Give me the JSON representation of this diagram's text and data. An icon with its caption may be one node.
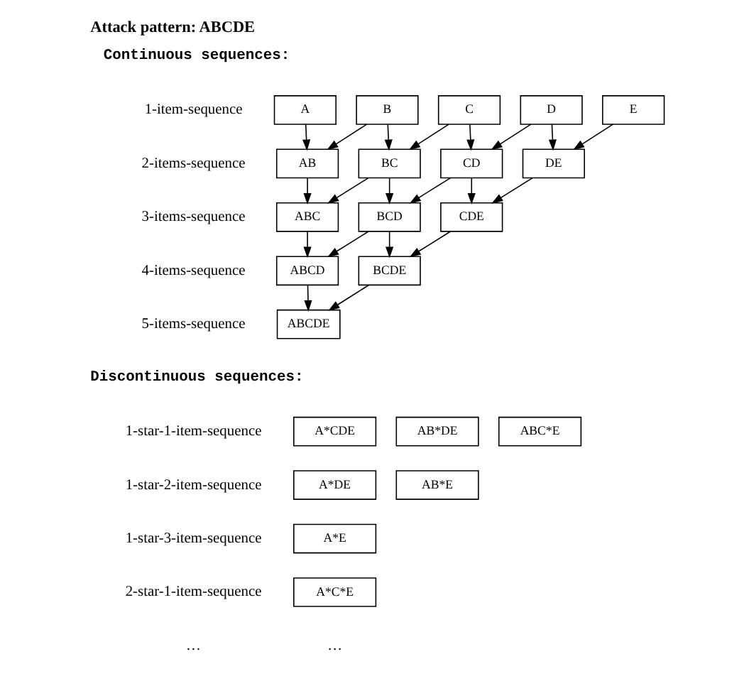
{
  "diagram": {
    "title": "Attack pattern: ABCDE",
    "nodes": [
      {
        "text": [
          "A"
        ]
      },
      {
        "text": [
          "B"
        ]
      },
      {
        "text": [
          "C"
        ]
      },
      {
        "text": [
          "D"
        ]
      },
      {
        "text": [
          "E"
        ]
      },
      {
        "text": [
          "AB"
        ]
      },
      {
        "text": [
          "BC"
        ]
      },
      {
        "text": [
          "CD"
        ]
      },
      {
        "text": [
          "DE"
        ]
      },
      {
        "text": [
          "ABC"
        ]
      },
      {
        "text": [
          "BCD"
        ]
      },
      {
        "text": [
          "CDE"
        ]
      },
      {
        "text": [
          "ABCD"
        ]
      },
      {
        "text": [
          "BCDE"
        ]
      },
      {
        "text": [
          "ABCDE"
        ]
      },
      {
        "text": [
          "A*CDE"
        ]
      },
      {
        "text": [
          "AB*DE"
        ]
      },
      {
        "text": [
          "ABC*E"
        ]
      },
      {
        "text": [
          "A*DE"
        ]
      },
      {
        "text": [
          "AB*E"
        ]
      },
      {
        "text": [
          "A*E"
        ]
      },
      {
        "text": [
          "A*C*E"
        ]
      }
    ],
    "edges": [
      {
        "from": 0,
        "to": 5,
        "arrow": "to"
      },
      {
        "from": 1,
        "to": 5,
        "arrow": "to"
      },
      {
        "from": 1,
        "to": 6,
        "arrow": "to"
      },
      {
        "from": 2,
        "to": 6,
        "arrow": "to"
      },
      {
        "from": 2,
        "to": 7,
        "arrow": "to"
      },
      {
        "from": 3,
        "to": 7,
        "arrow": "to"
      },
      {
        "from": 3,
        "to": 8,
        "arrow": "to"
      },
      {
        "from": 4,
        "to": 8,
        "arrow": "to"
      },
      {
        "from": 5,
        "to": 9,
        "arrow": "to"
      },
      {
        "from": 6,
        "to": 9,
        "arrow": "to"
      },
      {
        "from": 6,
        "to": 10,
        "arrow": "to"
      },
      {
        "from": 7,
        "to": 10,
        "arrow": "to"
      },
      {
        "from": 7,
        "to": 11,
        "arrow": "to"
      },
      {
        "from": 8,
        "to": 11,
        "arrow": "to"
      },
      {
        "from": 9,
        "to": 12,
        "arrow": "to"
      },
      {
        "from": 10,
        "to": 12,
        "arrow": "to"
      },
      {
        "from": 10,
        "to": 13,
        "arrow": "to"
      },
      {
        "from": 11,
        "to": 13,
        "arrow": "to"
      },
      {
        "from": 12,
        "to": 14,
        "arrow": "to"
      },
      {
        "from": 13,
        "to": 14,
        "arrow": "to"
      }
    ],
    "labels": [
      "Continuous sequences:",
      "1-item-sequence",
      "2-items-sequence",
      "3-items-sequence",
      "4-items-sequence",
      "5-items-sequence",
      "Discontinuous sequences:",
      "1-star-1-item-sequence",
      "1-star-2-item-sequence",
      "1-star-3-item-sequence",
      "2-star-1-item-sequence",
      "…",
      "…"
    ]
  }
}
